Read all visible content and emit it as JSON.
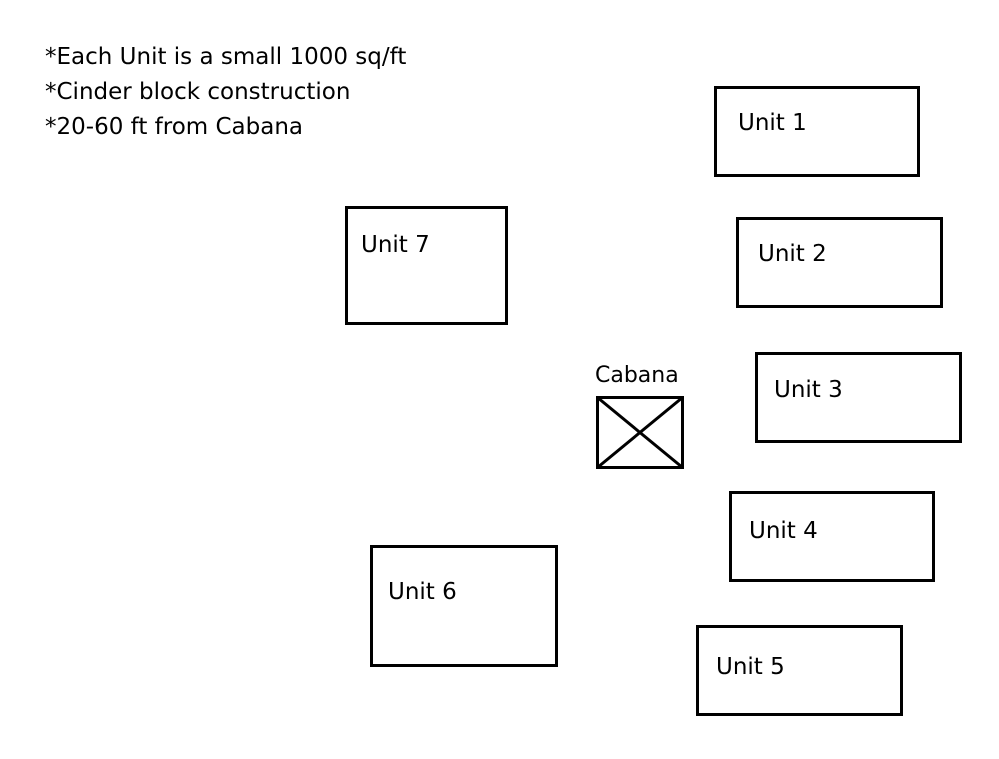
{
  "notes": [
    "*Each Unit is a small 1000 sq/ft",
    "*Cinder block construction",
    "*20-60 ft from Cabana"
  ],
  "units": {
    "unit1": "Unit 1",
    "unit2": "Unit 2",
    "unit3": "Unit 3",
    "unit4": "Unit 4",
    "unit5": "Unit 5",
    "unit6": "Unit 6",
    "unit7": "Unit 7"
  },
  "cabana": {
    "label": "Cabana",
    "icon": "crossed-box-icon"
  },
  "colors": {
    "stroke": "#000000",
    "background": "#ffffff"
  }
}
